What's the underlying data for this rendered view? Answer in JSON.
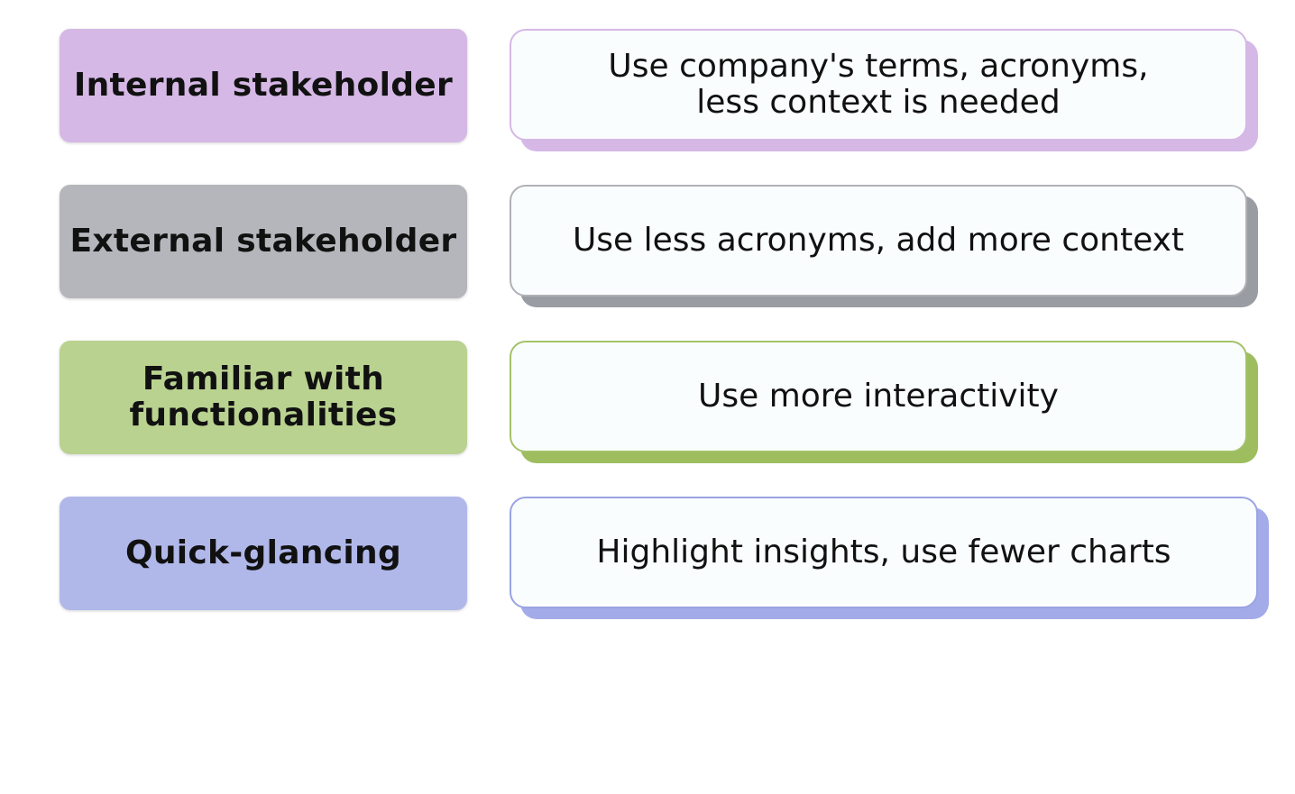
{
  "rows": [
    {
      "label": "Internal stakeholder",
      "description": "Use company's terms, acronyms,\nless context is needed",
      "color": "#d5b8e6"
    },
    {
      "label": "External stakeholder",
      "description": "Use less acronyms, add more context",
      "color": "#b5b6bb"
    },
    {
      "label": "Familiar with\nfunctionalities",
      "description": "Use more interactivity",
      "color": "#b9d290"
    },
    {
      "label": "Quick-glancing",
      "description": "Highlight insights, use fewer charts",
      "color": "#b0b8ea"
    }
  ]
}
